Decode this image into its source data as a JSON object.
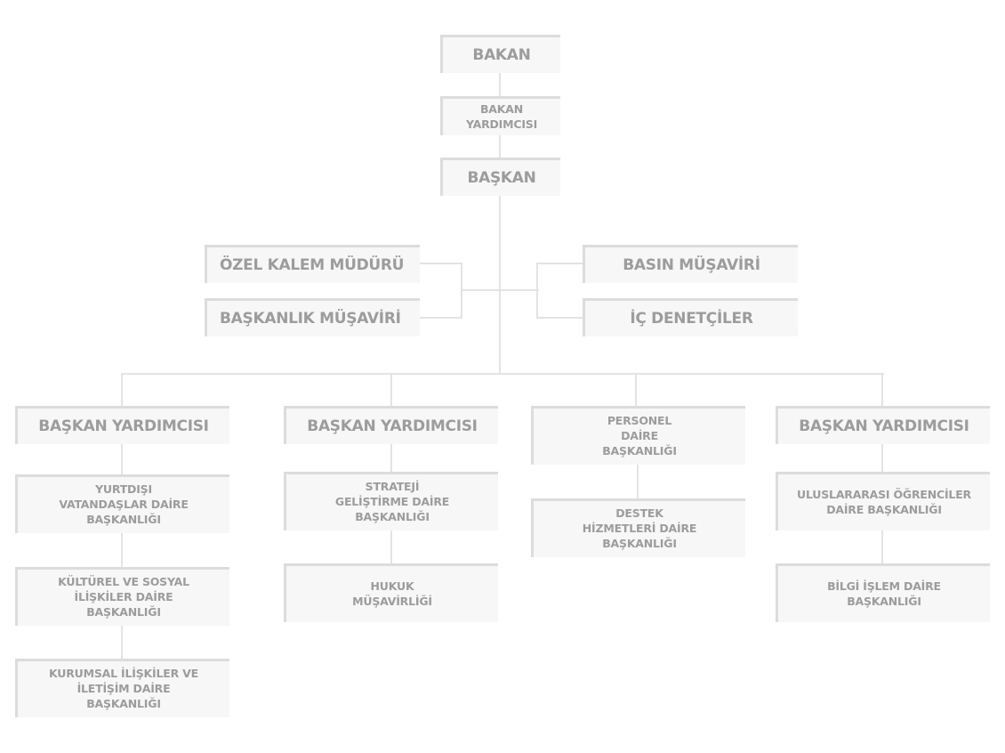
{
  "top": {
    "bakan": "BAKAN",
    "bakan_yardimcisi": "BAKAN YARDIMCISI",
    "baskan": "BAŞKAN"
  },
  "advisors": {
    "ozel_kalem": "ÖZEL KALEM MÜDÜRÜ",
    "baskanlik_musaviri": "BAŞKANLIK MÜŞAVİRİ",
    "basin_musaviri": "BASIN MÜŞAVİRİ",
    "ic_denetciler": "İÇ DENETÇİLER"
  },
  "columns": [
    {
      "head": "BAŞKAN YARDIMCISI",
      "units": [
        "YURTDIŞI VATANDAŞLAR DAİRE BAŞKANLIĞI",
        "KÜLTÜREL VE SOSYAL İLİŞKİLER DAİRE BAŞKANLIĞI",
        "KURUMSAL İLİŞKİLER VE İLETİŞİM DAİRE BAŞKANLIĞI"
      ]
    },
    {
      "head": "BAŞKAN YARDIMCISI",
      "units": [
        "STRATEJİ GELİŞTİRME DAİRE BAŞKANLIĞI",
        "HUKUK MÜŞAVİRLİĞİ"
      ]
    },
    {
      "head": "PERSONEL DAİRE BAŞKANLIĞI",
      "units": [
        "DESTEK HİZMETLERİ DAİRE BAŞKANLIĞI"
      ]
    },
    {
      "head": "BAŞKAN YARDIMCISI",
      "units": [
        "ULUSLARARASI ÖĞRENCİLER DAİRE BAŞKANLIĞI",
        "BİLGİ İŞLEM DAİRE BAŞKANLIĞI"
      ]
    }
  ]
}
